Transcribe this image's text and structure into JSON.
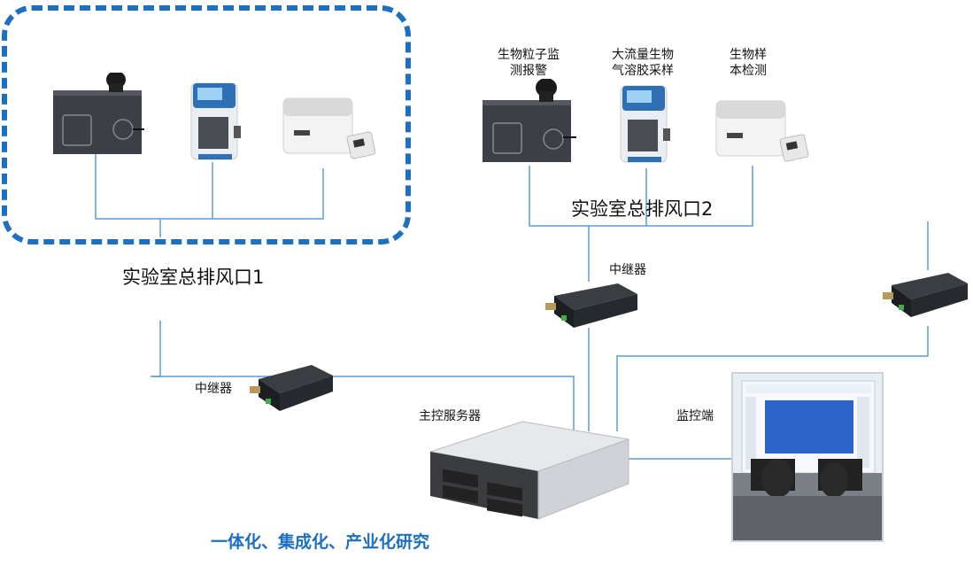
{
  "labels": {
    "sensor_alarm": "生物粒子监\n测报警",
    "aerosol_sampler": "大流量生物\n气溶胶采样",
    "sample_detect": "生物样\n本检测",
    "exhaust_1": "实验室总排风口1",
    "exhaust_2": "实验室总排风口2",
    "repeater_top": "中继器",
    "repeater_left": "中继器",
    "main_server": "主控服务器",
    "monitor_end": "监控端",
    "footer": "一体化、集成化、产业化研究"
  },
  "colors": {
    "dashed_border": "#1d6fbf",
    "wire": "#5b9bd5",
    "footer_text": "#1d6fbf"
  }
}
